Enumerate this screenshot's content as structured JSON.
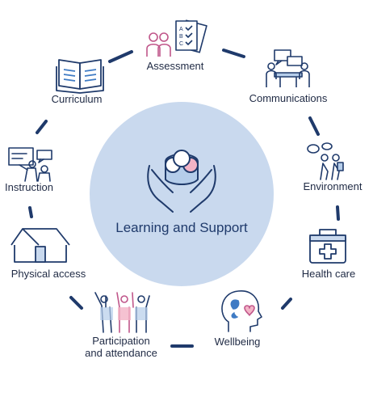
{
  "center": {
    "label": "Learning and Support"
  },
  "nodes": [
    {
      "id": "assessment",
      "label": "Assessment",
      "icon": "checklist-people-icon"
    },
    {
      "id": "communications",
      "label": "Communications",
      "icon": "meeting-chat-icon"
    },
    {
      "id": "environment",
      "label": "Environment",
      "icon": "people-talking-icon"
    },
    {
      "id": "health-care",
      "label": "Health care",
      "icon": "first-aid-kit-icon"
    },
    {
      "id": "wellbeing",
      "label": "Wellbeing",
      "icon": "head-heart-icon"
    },
    {
      "id": "participation",
      "label": "Participation\nand attendance",
      "icon": "group-raised-hands-icon"
    },
    {
      "id": "physical-access",
      "label": "Physical access",
      "icon": "house-icon"
    },
    {
      "id": "instruction",
      "label": "Instruction",
      "icon": "teacher-board-icon"
    },
    {
      "id": "curriculum",
      "label": "Curriculum",
      "icon": "open-book-icon"
    }
  ],
  "colors": {
    "center_fill": "#c9d9ee",
    "ring_dash": "#1f3a6b",
    "icon_stroke": "#1f3a6b",
    "accent_pink": "#f3b3c6",
    "accent_blue": "#b5cdea"
  }
}
